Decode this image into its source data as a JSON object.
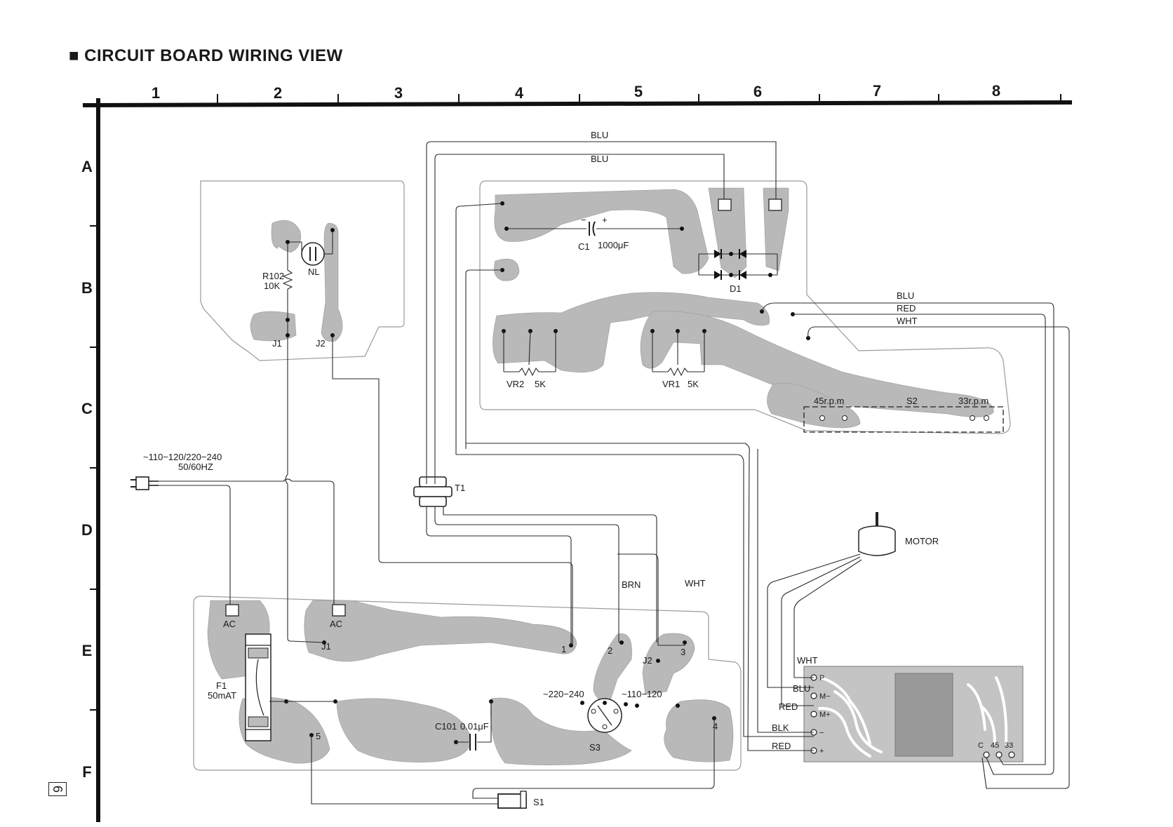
{
  "title": "■ CIRCUIT BOARD WIRING VIEW",
  "page_number": "6",
  "grid": {
    "columns": [
      "1",
      "2",
      "3",
      "4",
      "5",
      "6",
      "7",
      "8"
    ],
    "rows": [
      "A",
      "B",
      "C",
      "D",
      "E",
      "F"
    ]
  },
  "components": {
    "r102": "R102",
    "r102_value": "10K",
    "nl": "NL",
    "j1_top": "J1",
    "j2_top": "J2",
    "c1": "C1",
    "c1_value": "1000μF",
    "c1_minus": "−",
    "c1_plus": "+",
    "d1": "D1",
    "vr2": "VR2",
    "vr2_value": "5K",
    "vr1": "VR1",
    "vr1_value": "5K",
    "s2": "S2",
    "rpm45": "45r.p.m",
    "rpm33": "33r.p.m",
    "t1": "T1",
    "motor": "MOTOR",
    "power_voltage": "~110−120/220−240",
    "power_freq": "50/60HZ",
    "ac1": "AC",
    "ac2": "AC",
    "j1_bottom": "J1",
    "j2_bottom": "J2",
    "f1": "F1",
    "f1_value": "50mAT",
    "c101": "C101",
    "c101_value": "0.01μF",
    "s3": "S3",
    "v220": "~220−240",
    "v110": "~110−120",
    "s1": "S1",
    "term1": "1",
    "term2": "2",
    "term3": "3",
    "term4": "4",
    "term5": "5",
    "motor_p": "P",
    "motor_m_minus": "M−",
    "motor_m_plus": "M+",
    "motor_minus": "−",
    "motor_plus": "+",
    "motor_c": "C",
    "motor_45": "45",
    "motor_33": "33"
  },
  "wires": {
    "blu_top1": "BLU",
    "blu_top2": "BLU",
    "blu_right": "BLU",
    "red_right": "RED",
    "wht_right": "WHT",
    "brn": "BRN",
    "wht_mid": "WHT",
    "motor_wht": "WHT",
    "motor_blu": "BLU",
    "motor_red": "RED",
    "motor_blk": "BLK",
    "motor_red2": "RED"
  }
}
